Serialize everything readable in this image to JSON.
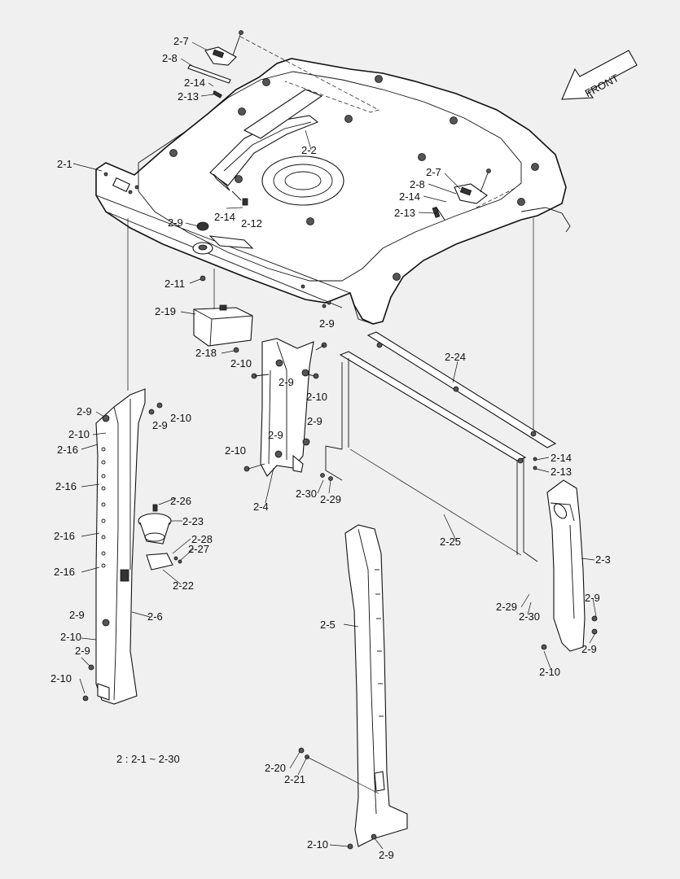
{
  "diagram": {
    "front_label": "FRONT",
    "note": "2 : 2-1 ~ 2-30",
    "callouts": {
      "c2_7a": "2-7",
      "c2_8a": "2-8",
      "c2_14a": "2-14",
      "c2_13a": "2-13",
      "c2_2": "2-2",
      "c2_1": "2-1",
      "c2_7b": "2-7",
      "c2_8b": "2-8",
      "c2_14b": "2-14",
      "c2_13b": "2-13",
      "c2_14c": "2-14",
      "c2_12": "2-12",
      "c2_9a": "2-9",
      "c2_11": "2-11",
      "c2_19": "2-19",
      "c2_18": "2-18",
      "c2_9b": "2-9",
      "c2_10a": "2-10",
      "c2_9c": "2-9",
      "c2_10b": "2-10",
      "c2_24": "2-24",
      "c2_9d": "2-9",
      "c2_10c": "2-10",
      "c2_9e": "2-9",
      "c2_10d": "2-10",
      "c2_16a": "2-16",
      "c2_16b": "2-16",
      "c2_9f": "2-9",
      "c2_9g": "2-9",
      "c2_10e": "2-10",
      "c2_30a": "2-30",
      "c2_29a": "2-29",
      "c2_4": "2-4",
      "c2_14d": "2-14",
      "c2_13c": "2-13",
      "c2_26": "2-26",
      "c2_23": "2-23",
      "c2_16c": "2-16",
      "c2_28": "2-28",
      "c2_27": "2-27",
      "c2_16d": "2-16",
      "c2_22": "2-22",
      "c2_25": "2-25",
      "c2_3": "2-3",
      "c2_9h": "2-9",
      "c2_6": "2-6",
      "c2_5": "2-5",
      "c2_10f": "2-10",
      "c2_9i": "2-9",
      "c2_10g": "2-10",
      "c2_29b": "2-29",
      "c2_30b": "2-30",
      "c2_9j": "2-9",
      "c2_9k": "2-9",
      "c2_10h": "2-10",
      "c2_20": "2-20",
      "c2_21": "2-21",
      "c2_10i": "2-10",
      "c2_9l": "2-9"
    }
  }
}
